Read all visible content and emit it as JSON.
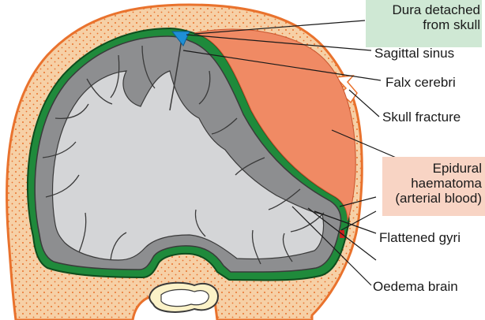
{
  "colors": {
    "skull": "#f6d0a6",
    "skull_outline": "#e9722d",
    "dura": "#1f8a3b",
    "cortex": "#8d8e90",
    "white_matter": "#d4d5d7",
    "haematoma": "#f08a64",
    "sinus": "#1e8fd6",
    "highlight_green": "#cfe8d4",
    "highlight_pink": "#f8d4c4"
  },
  "labels": {
    "dura_detached": [
      "Dura detached",
      "from skull"
    ],
    "sagittal_sinus": "Sagittal sinus",
    "falx_cerebri": "Falx cerebri",
    "skull_fracture": "Skull fracture",
    "epidural_haematoma": [
      "Epidural",
      "haematoma",
      "(arterial blood)"
    ],
    "flattened_gyri": "Flattened gyri",
    "oedema_brain": "Oedema brain"
  }
}
